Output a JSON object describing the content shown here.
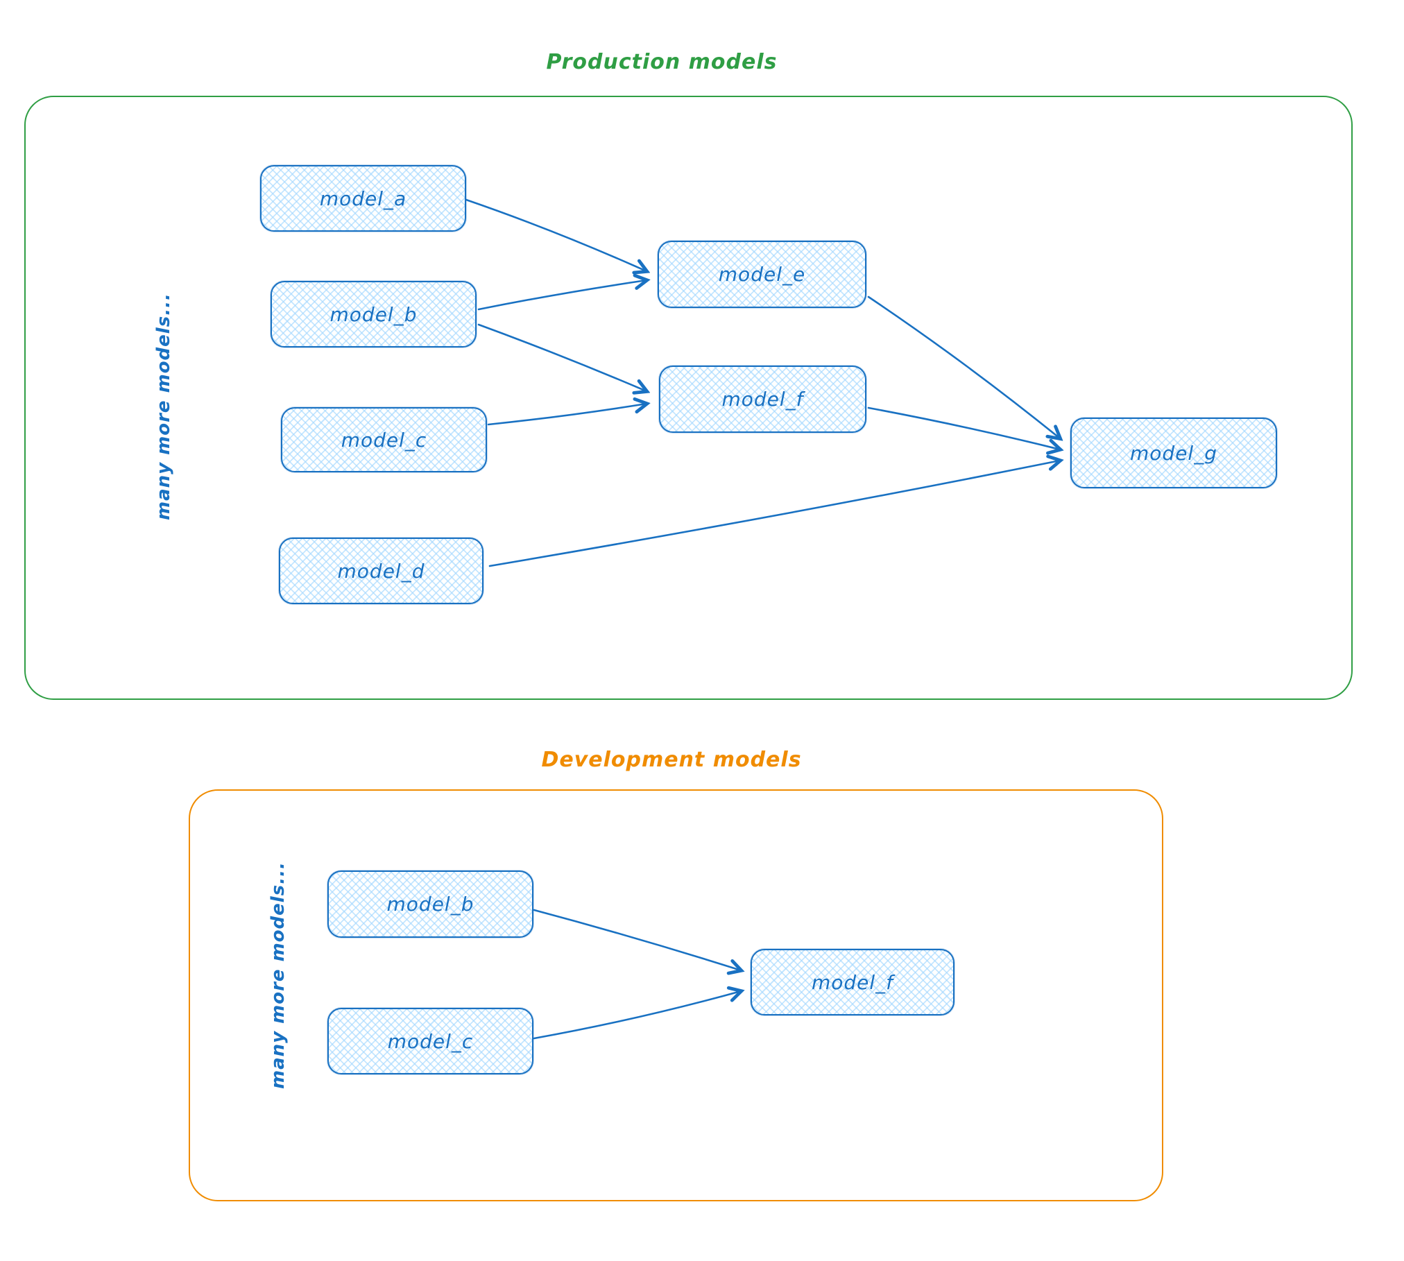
{
  "colors": {
    "node_stroke": "#1971c2",
    "node_fill": "#a5d8ff",
    "production_accent": "#2f9e44",
    "development_accent": "#f08c00",
    "background": "#ffffff"
  },
  "production": {
    "title": "Production models",
    "side_label": "many more models...",
    "nodes": [
      {
        "id": "model_a",
        "label": "model_a"
      },
      {
        "id": "model_b",
        "label": "model_b"
      },
      {
        "id": "model_c",
        "label": "model_c"
      },
      {
        "id": "model_d",
        "label": "model_d"
      },
      {
        "id": "model_e",
        "label": "model_e"
      },
      {
        "id": "model_f",
        "label": "model_f"
      },
      {
        "id": "model_g",
        "label": "model_g"
      }
    ],
    "edges": [
      {
        "from": "model_a",
        "to": "model_e"
      },
      {
        "from": "model_b",
        "to": "model_e"
      },
      {
        "from": "model_b",
        "to": "model_f"
      },
      {
        "from": "model_c",
        "to": "model_f"
      },
      {
        "from": "model_e",
        "to": "model_g"
      },
      {
        "from": "model_f",
        "to": "model_g"
      },
      {
        "from": "model_d",
        "to": "model_g"
      }
    ]
  },
  "development": {
    "title": "Development models",
    "side_label": "many more models...",
    "nodes": [
      {
        "id": "model_b",
        "label": "model_b"
      },
      {
        "id": "model_c",
        "label": "model_c"
      },
      {
        "id": "model_f",
        "label": "model_f"
      }
    ],
    "edges": [
      {
        "from": "model_b",
        "to": "model_f"
      },
      {
        "from": "model_c",
        "to": "model_f"
      }
    ]
  }
}
